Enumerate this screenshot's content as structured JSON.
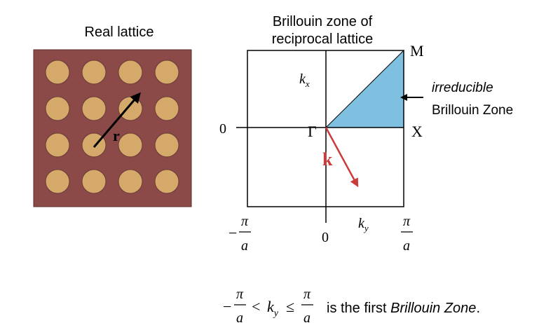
{
  "real_lattice": {
    "title": "Real lattice",
    "vector_label": "r",
    "background_color": "#8b4a48",
    "atom_color": "#d4a96a",
    "rows": 4,
    "cols": 4
  },
  "brillouin": {
    "title_line1": "Brillouin zone of",
    "title_line2": "reciprocal lattice",
    "point_M": "M",
    "point_X": "X",
    "point_Gamma": "Γ",
    "axis_kx": "kx",
    "axis_ky": "ky",
    "zero_left": "0",
    "zero_bottom": "0",
    "minus_sign": "−",
    "pi": "π",
    "a": "a",
    "wavevector_label": "k",
    "wavevector_color": "#cc3b3b",
    "irreducible_color": "#7fc0e0",
    "irreducible_label_line1": "irreducible",
    "irreducible_label_line2": "Brillouin Zone"
  },
  "caption": {
    "minus": "−",
    "pi": "π",
    "a": "a",
    "lt": "<",
    "k": "k",
    "y": "y",
    "le": "≤",
    "text_before": "is the first ",
    "text_italic": "Brillouin Zone",
    "text_after": "."
  }
}
